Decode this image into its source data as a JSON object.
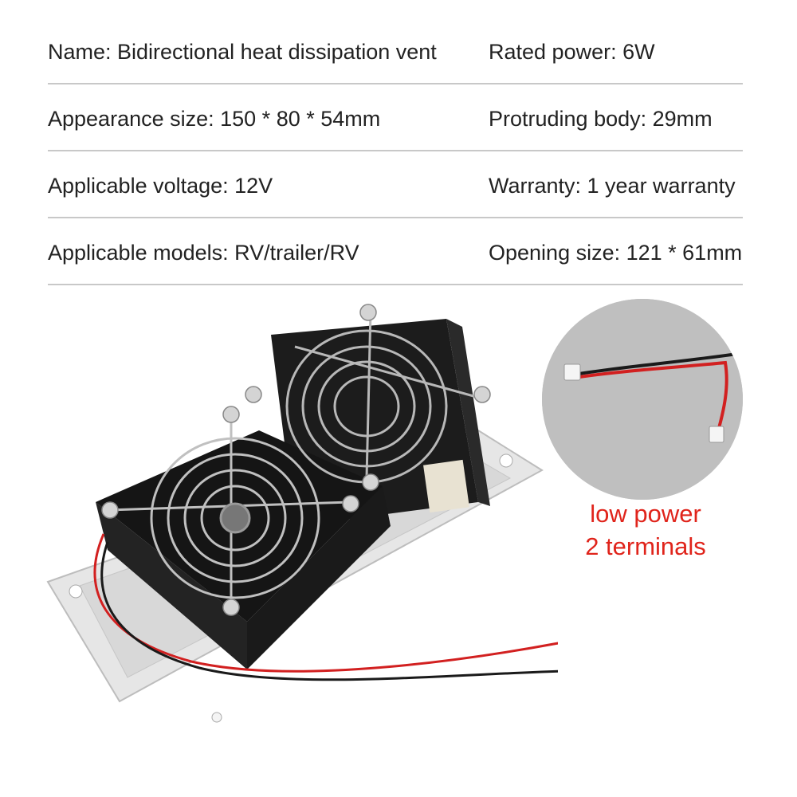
{
  "specs": {
    "rows": [
      {
        "left": "Name: Bidirectional heat dissipation vent",
        "right": "Rated power: 6W"
      },
      {
        "left": "Appearance size: 150 * 80 * 54mm",
        "right": "Protruding body: 29mm"
      },
      {
        "left": "Applicable voltage: 12V",
        "right": "Warranty: 1 year warranty"
      },
      {
        "left": "Applicable models: RV/trailer/RV",
        "right": "Opening size: 121 * 61mm"
      }
    ]
  },
  "callout": {
    "line1": "low power",
    "line2": "2 terminals"
  },
  "colors": {
    "caption": "#e0241b",
    "divider": "#c8c8c8",
    "wire_red": "#d22020",
    "wire_black": "#1a1a1a"
  }
}
